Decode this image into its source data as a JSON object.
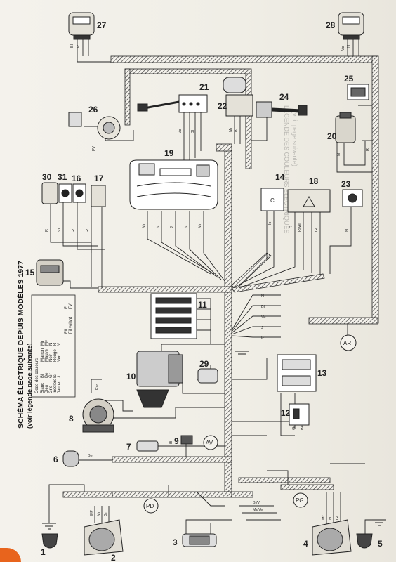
{
  "title": "SCHÉMA ÉLECTRIQUE DEPUIS MODÈLES 1977",
  "subtitle": "(voir légende page suivante)",
  "color_legend": {
    "heading": "Code des couleurs",
    "rows": [
      {
        "name": "Blanc",
        "code": "Bl"
      },
      {
        "name": "Bleu",
        "code": "Be"
      },
      {
        "name": "Gris",
        "code": "Gr"
      },
      {
        "name": "Incolore",
        "code": "Ic"
      },
      {
        "name": "Jaune",
        "code": "J"
      },
      {
        "name": "Marron",
        "code": "Mr"
      },
      {
        "name": "Mauve",
        "code": "Mv"
      },
      {
        "name": "Noir",
        "code": "N"
      },
      {
        "name": "Rouge",
        "code": "R"
      },
      {
        "name": "Vert",
        "code": "V"
      }
    ],
    "footer": [
      {
        "name": "Fil",
        "code": "F"
      },
      {
        "name": "Fil volant",
        "code": "FV"
      }
    ]
  },
  "component_labels": [
    "1",
    "2",
    "3",
    "4",
    "5",
    "6",
    "7",
    "8",
    "9",
    "10",
    "11",
    "12",
    "13",
    "14",
    "15",
    "16",
    "17",
    "18",
    "19",
    "20",
    "21",
    "22",
    "23",
    "24",
    "25",
    "26",
    "27",
    "28",
    "29",
    "30",
    "31"
  ],
  "connectors": [
    "AV",
    "AR",
    "PD",
    "PG"
  ],
  "wire_codes": [
    "Bl",
    "R",
    "Ve",
    "N",
    "Mr",
    "Be",
    "Gr",
    "J",
    "Ic",
    "Vi",
    "FV",
    "Exc",
    "E/P",
    "Bl/V",
    "R/Ve",
    "Mr/Ve"
  ],
  "background_text": {
    "line1": "LEGENDE DES COULEURS ELECTRIQUES",
    "line2": "(voir page suivante)"
  },
  "colors": {
    "ink": "#262626",
    "paper": "#f1efe8",
    "accent": "#e8641d"
  }
}
